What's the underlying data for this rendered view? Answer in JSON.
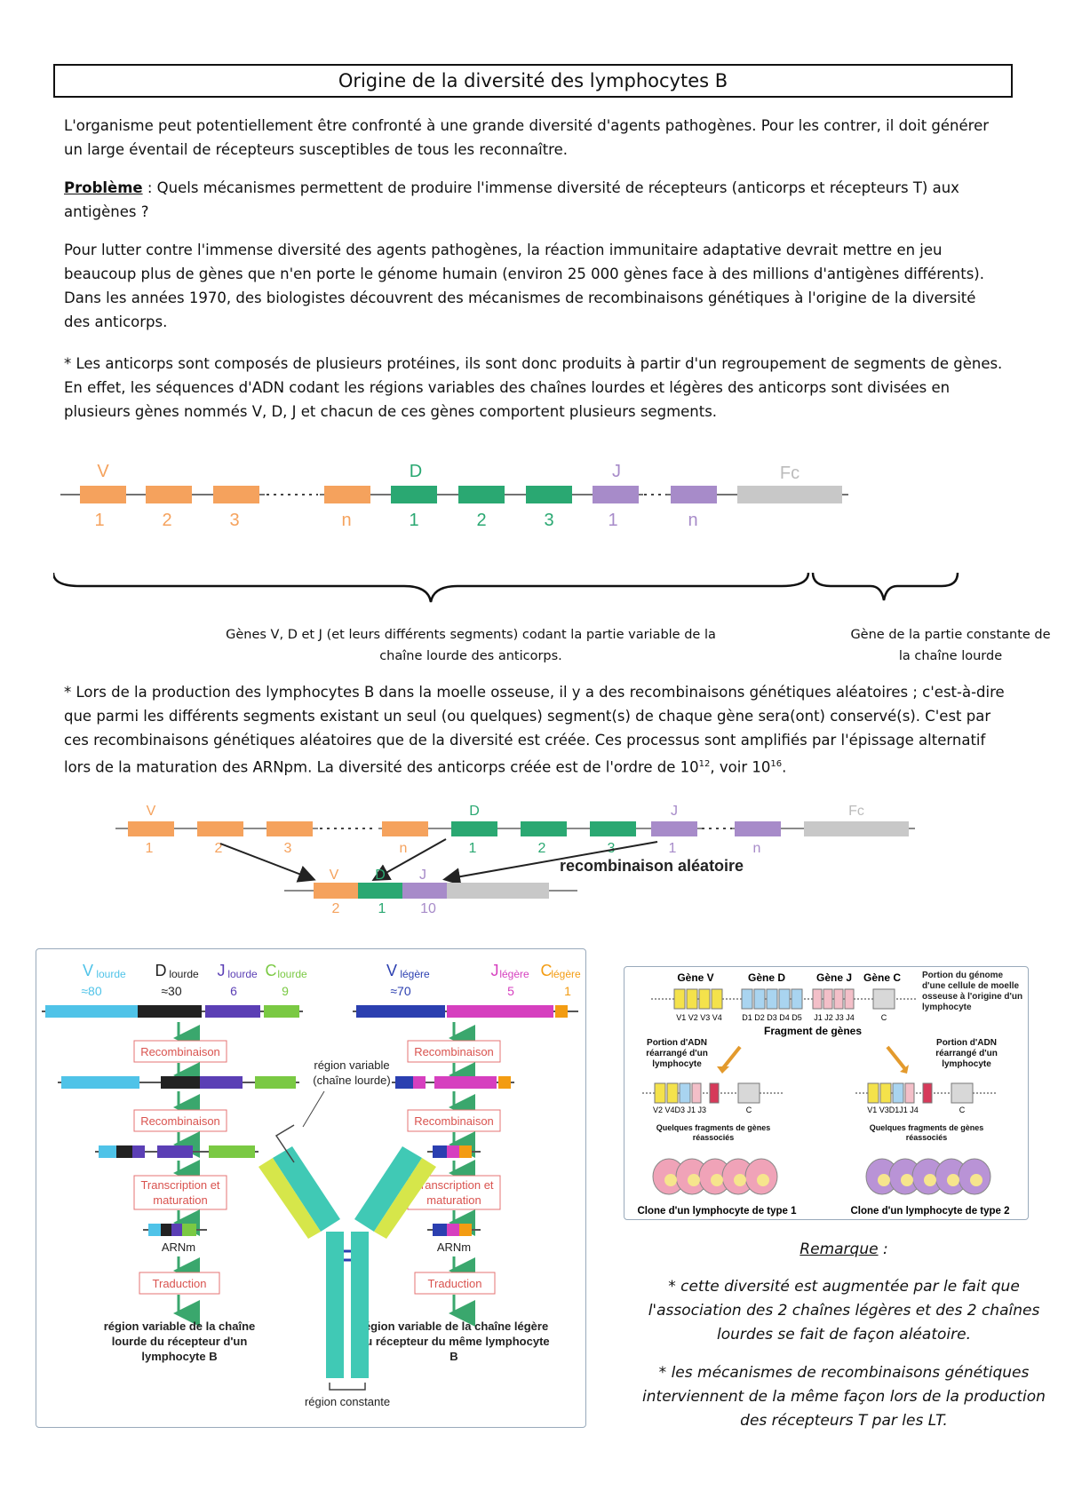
{
  "title": "Origine de la diversité des lymphocytes B",
  "intro": "L'organisme peut potentiellement être confronté à une grande diversité d'agents pathogènes. Pour les contrer, il doit générer un large éventail de récepteurs susceptibles de tous les reconnaître.",
  "problem_label": "Problème",
  "problem_text": " : Quels mécanismes permettent de produire l'immense diversité de récepteurs (anticorps et récepteurs T) aux antigènes ?",
  "para2": "Pour lutter contre l'immense diversité des agents pathogènes, la réaction immunitaire adaptative devrait mettre en jeu beaucoup plus de gènes que n'en porte le génome humain (environ 25 000 gènes face à des millions d'antigènes différents).  Dans les années 1970, des biologistes découvrent des mécanismes de recombinaisons génétiques à l'origine de la diversité des anticorps.",
  "para3": "* Les anticorps sont composés de plusieurs protéines, ils sont donc produits à partir d'un regroupement de segments de gènes. En effet, les séquences d'ADN codant les régions variables des chaînes lourdes et légères des anticorps sont divisées en plusieurs gènes nommés V, D, J et chacun de ces gènes comportent plusieurs segments.",
  "gene_diagram": {
    "labels": {
      "v": "V",
      "d": "D",
      "j": "J",
      "fc": "Fc"
    },
    "v_numbers": [
      "1",
      "2",
      "3",
      "n"
    ],
    "d_numbers": [
      "1",
      "2",
      "3"
    ],
    "j_numbers": [
      "1",
      "n"
    ],
    "colors": {
      "v": "#f5a25d",
      "d": "#2aa872",
      "j": "#a78bc9",
      "fc": "#c8c8c8",
      "line": "#444444"
    }
  },
  "caption_variable": "Gènes V, D et J (et leurs différents segments) codant la partie variable de la chaîne lourde des anticorps.",
  "caption_constant": "Gène de la partie constante de la chaîne lourde",
  "para4_a": "* Lors de la production des lymphocytes B dans la moelle osseuse, il y a des recombinaisons génétiques aléatoires ; c'est-à-dire que parmi les différents segments existant un seul (ou quelques) segment(s) de chaque gène sera(ont) conservé(s). C'est par ces recombinaisons génétiques aléatoires que de la diversité est créée. Ces processus sont amplifiés par l'épissage alternatif lors de la maturation des ARNpm. La diversité  des anticorps créée est de l'ordre de 10",
  "para4_sup1": "12",
  "para4_b": ", voir 10",
  "para4_sup2": "16",
  "para4_c": ".",
  "recomb_diagram": {
    "label": "recombinaison aléatoire",
    "result_labels": {
      "v": "V",
      "d": "D",
      "j": "J"
    },
    "result_numbers": [
      "2",
      "1",
      "10"
    ]
  },
  "fig_left": {
    "heavy": {
      "headers": [
        {
          "name": "V",
          "sub": "lourde",
          "count": "≈80",
          "color": "#4fc3e8"
        },
        {
          "name": "D",
          "sub": "lourde",
          "count": "≈30",
          "color": "#222222"
        },
        {
          "name": "J",
          "sub": "lourde",
          "count": "6",
          "color": "#5b3fb5"
        },
        {
          "name": "C",
          "sub": "lourde",
          "count": "9",
          "color": "#7ac943"
        }
      ]
    },
    "light": {
      "headers": [
        {
          "name": "V",
          "sub": "légère",
          "count": "≈70",
          "color": "#2b3fb0"
        },
        {
          "name": "J",
          "sub": "légère",
          "count": "5",
          "color": "#d63fbf"
        },
        {
          "name": "C",
          "sub": "légère",
          "count": "1",
          "color": "#f39c12"
        }
      ]
    },
    "steps": [
      "Recombinaison",
      "Recombinaison",
      "Transcription et maturation",
      "Traduction"
    ],
    "steps_light": [
      "Recombinaison",
      "Recombinaison",
      "Transcription et maturation",
      "Traduction"
    ],
    "arnm": "ARNm",
    "arnm_light": "ARNm",
    "variable_region": "région variable (chaîne lourde)",
    "constant_region": "région constante",
    "result_heavy": "région variable de la chaîne lourde du récepteur d'un lymphocyte B",
    "result_light": "région variable de la chaîne légère du récepteur du même lymphocyte B"
  },
  "fig_right": {
    "headers": [
      "Gène V",
      "Gène D",
      "Gène J",
      "Gène C"
    ],
    "genome_note": "Portion du génome d'une cellule de moelle osseuse à l'origine d'un lymphocyte",
    "fragment": "Fragment de gènes",
    "seq_v": "V1 V2 V3 V4",
    "seq_d": "D1 D2 D3 D4 D5",
    "seq_j": "J1 J2 J3 J4",
    "seq_c": "C",
    "left_note": "Portion d'ADN réarrangé d'un lymphocyte",
    "right_note": "Portion d'ADN réarrangé d'un lymphocyte",
    "left_seq": "V2 V4D3 J1  J3",
    "left_c": "C",
    "right_seq": "V1 V3D1J1  J4",
    "right_c": "C",
    "reassoc_left": "Quelques fragments de gènes réassociés",
    "reassoc_right": "Quelques fragments de gènes réassociés",
    "clone1": "Clone d'un lymphocyte de type 1",
    "clone2": "Clone d'un lymphocyte de type 2"
  },
  "remark_title": "Remarque",
  "remark_colon": " :",
  "remark1": "* cette diversité est augmentée par le fait que l'association des 2 chaînes légères et des 2 chaînes lourdes se fait de façon aléatoire.",
  "remark2": "* les mécanismes de recombinaisons génétiques interviennent de la même façon lors de la production des récepteurs T par les LT."
}
